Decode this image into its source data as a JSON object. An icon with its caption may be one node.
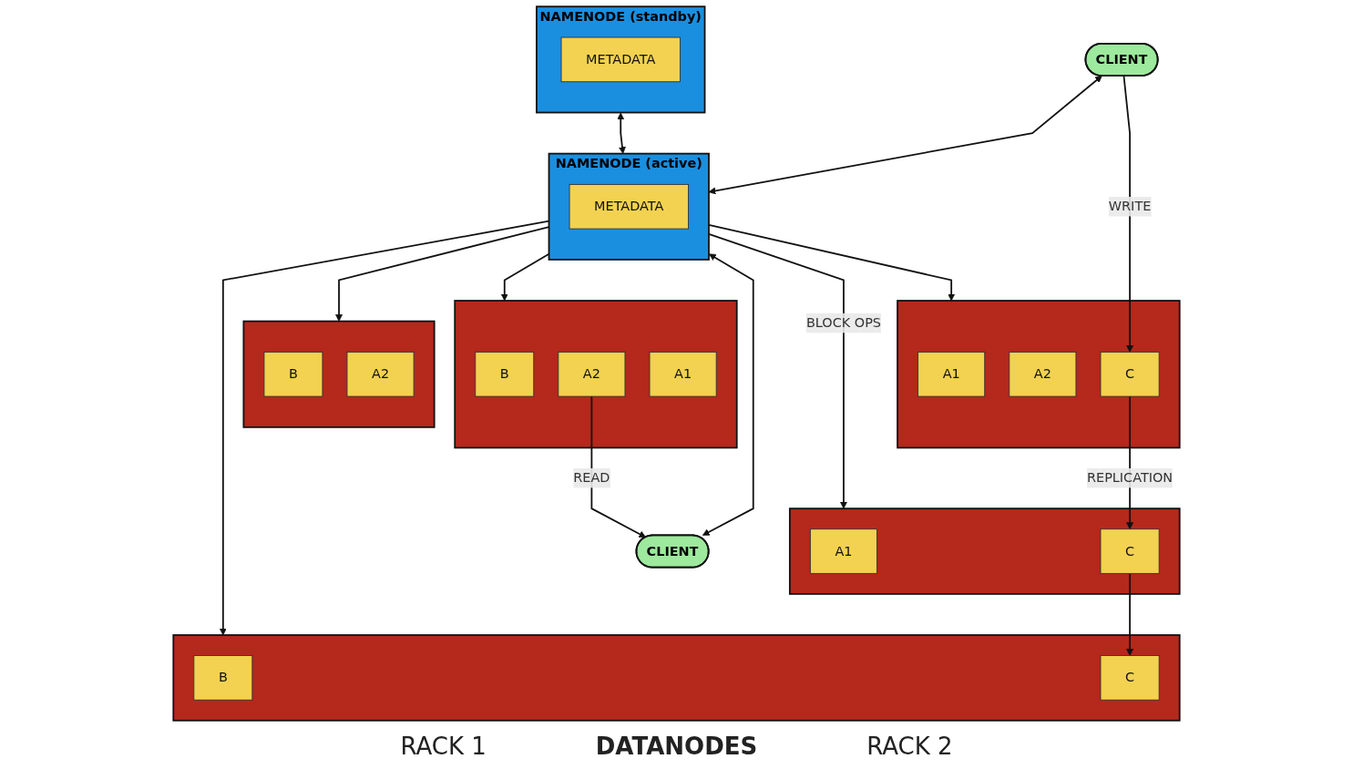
{
  "diagram": {
    "nodes": [
      {
        "text": [
          "NAMENODE (standby)"
        ]
      },
      {
        "text": [
          "METADATA"
        ],
        "in": 0
      },
      {
        "text": [
          "NAMENODE (active)"
        ]
      },
      {
        "text": [
          "METADATA"
        ],
        "in": 2
      },
      {
        "text": [
          "CLIENT"
        ]
      },
      {
        "text": [
          "CLIENT"
        ]
      },
      {
        "text": [],
        "shape": "box"
      },
      {
        "text": [
          "A1"
        ],
        "in": 6
      },
      {
        "text": [
          "A2"
        ],
        "in": 6
      },
      {
        "text": [
          "C"
        ],
        "in": 6
      },
      {
        "text": [],
        "shape": "box"
      },
      {
        "text": [
          "B"
        ],
        "in": 10
      },
      {
        "text": [
          "A2"
        ],
        "in": 10
      },
      {
        "text": [],
        "shape": "box"
      },
      {
        "text": [
          "A1"
        ],
        "in": 13
      },
      {
        "text": [
          "C"
        ],
        "in": 13
      },
      {
        "text": [],
        "shape": "box"
      },
      {
        "text": [
          "B"
        ],
        "in": 16
      },
      {
        "text": [
          "C"
        ],
        "in": 16
      },
      {
        "text": [],
        "shape": "box"
      },
      {
        "text": [
          "B"
        ],
        "in": 19
      },
      {
        "text": [
          "A2"
        ],
        "in": 19
      },
      {
        "text": [
          "A1"
        ],
        "in": 19
      }
    ],
    "edges": [
      {
        "from": 0,
        "to": 2,
        "arrow": "both"
      },
      {
        "from": 4,
        "to": 2,
        "arrow": "both"
      },
      {
        "from": 2,
        "to": 5,
        "arrow": "both"
      },
      {
        "from": 2,
        "to": 6,
        "arrow": "to"
      },
      {
        "from": 2,
        "to": 10,
        "arrow": "to"
      },
      {
        "from": 2,
        "to": 13,
        "arrow": "to",
        "label": "BLOCK OPS"
      },
      {
        "from": 2,
        "to": 16,
        "arrow": "to"
      },
      {
        "from": 2,
        "to": 19,
        "arrow": "to"
      },
      {
        "from": 4,
        "to": 9,
        "arrow": "to",
        "label": "WRITE"
      },
      {
        "from": 9,
        "to": 15,
        "arrow": "to",
        "label": "REPLICATION"
      },
      {
        "from": 15,
        "to": 18,
        "arrow": "to"
      },
      {
        "from": 21,
        "to": 5,
        "arrow": "to",
        "label": "READ"
      }
    ],
    "labels": [
      "RACK 1",
      "DATANODES",
      "RACK 2"
    ]
  }
}
